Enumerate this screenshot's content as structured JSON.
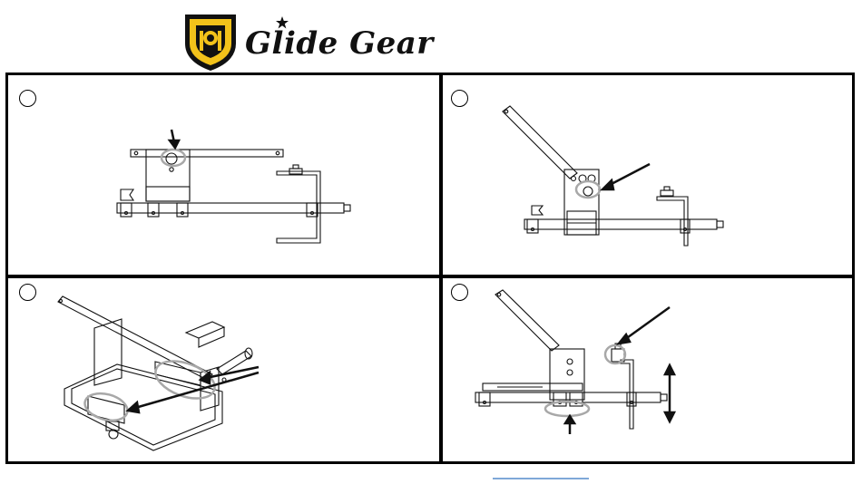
{
  "brand": {
    "name": "Glide Gear",
    "shield_color": "#f2c21a",
    "outline_color": "#111111"
  },
  "colors": {
    "highlight": "#a8a8a8",
    "line": "#111111"
  },
  "panels": [
    {
      "id": "step-1",
      "marker": ""
    },
    {
      "id": "step-2",
      "marker": ""
    },
    {
      "id": "step-3",
      "marker": ""
    },
    {
      "id": "step-4",
      "marker": ""
    }
  ]
}
